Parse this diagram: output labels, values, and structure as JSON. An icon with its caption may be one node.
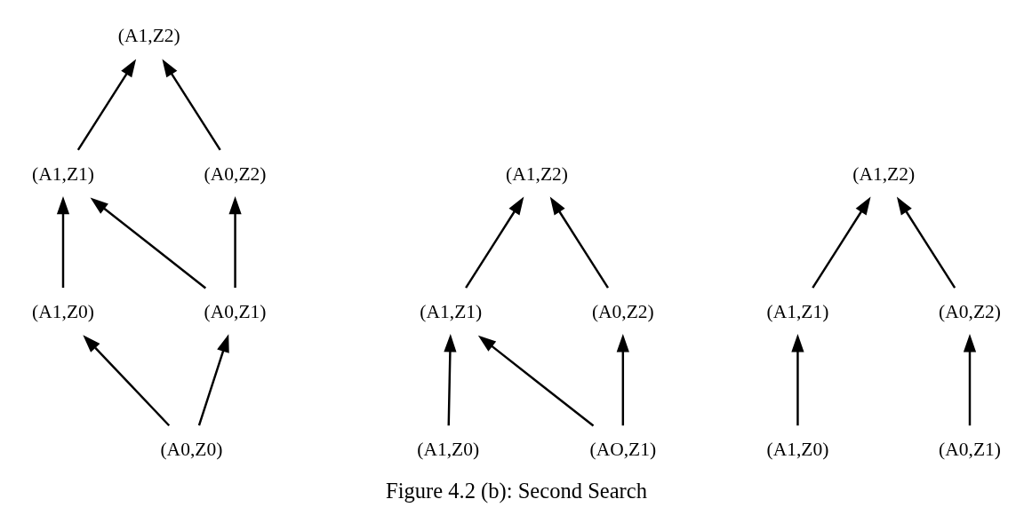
{
  "diagram": {
    "caption": "Figure 4.2 (b): Second Search",
    "nodes": [
      {
        "text": [
          "(A1,Z2)"
        ]
      },
      {
        "text": [
          "(A1,Z1)"
        ]
      },
      {
        "text": [
          "(A0,Z2)"
        ]
      },
      {
        "text": [
          "(A1,Z0)"
        ]
      },
      {
        "text": [
          "(A0,Z1)"
        ]
      },
      {
        "text": [
          "(A0,Z0)"
        ]
      },
      {
        "text": [
          "(A1,Z2)"
        ]
      },
      {
        "text": [
          "(A1,Z1)"
        ]
      },
      {
        "text": [
          "(A0,Z2)"
        ]
      },
      {
        "text": [
          "(A1,Z0)"
        ]
      },
      {
        "text": [
          "(AO,Z1)"
        ]
      },
      {
        "text": [
          "(A1,Z2)"
        ]
      },
      {
        "text": [
          "(A1,Z1)"
        ]
      },
      {
        "text": [
          "(A0,Z2)"
        ]
      },
      {
        "text": [
          "(A1,Z0)"
        ]
      },
      {
        "text": [
          "(A0,Z1)"
        ]
      }
    ],
    "edges": [
      {
        "from": 1,
        "to": 0,
        "arrow": "to"
      },
      {
        "from": 2,
        "to": 0,
        "arrow": "to"
      },
      {
        "from": 3,
        "to": 1,
        "arrow": "to"
      },
      {
        "from": 4,
        "to": 1,
        "arrow": "to"
      },
      {
        "from": 4,
        "to": 2,
        "arrow": "to"
      },
      {
        "from": 5,
        "to": 3,
        "arrow": "to"
      },
      {
        "from": 5,
        "to": 4,
        "arrow": "to"
      },
      {
        "from": 7,
        "to": 6,
        "arrow": "to"
      },
      {
        "from": 8,
        "to": 6,
        "arrow": "to"
      },
      {
        "from": 9,
        "to": 7,
        "arrow": "to"
      },
      {
        "from": 10,
        "to": 7,
        "arrow": "to"
      },
      {
        "from": 10,
        "to": 8,
        "arrow": "to"
      },
      {
        "from": 12,
        "to": 11,
        "arrow": "to"
      },
      {
        "from": 13,
        "to": 11,
        "arrow": "to"
      },
      {
        "from": 14,
        "to": 12,
        "arrow": "to"
      },
      {
        "from": 15,
        "to": 13,
        "arrow": "to"
      }
    ]
  }
}
